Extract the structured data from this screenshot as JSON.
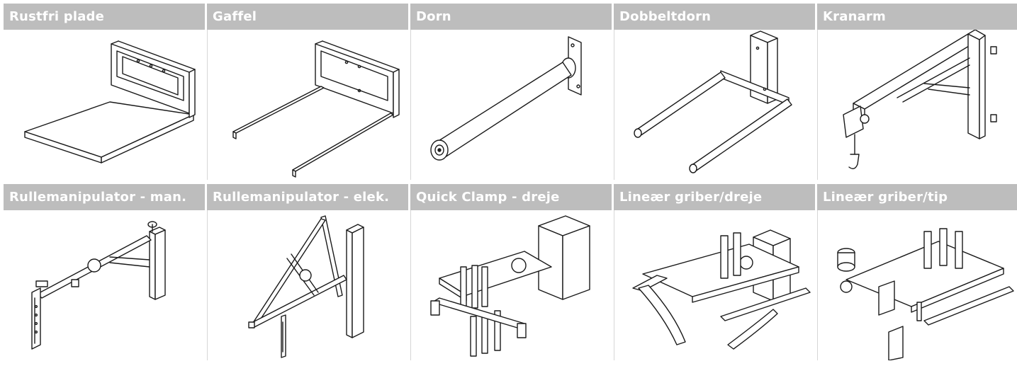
{
  "tiles": [
    {
      "label": "Rustfri plade",
      "icon": "stainless-plate-icon"
    },
    {
      "label": "Gaffel",
      "icon": "fork-icon"
    },
    {
      "label": "Dorn",
      "icon": "mandrel-icon"
    },
    {
      "label": "Dobbeltdorn",
      "icon": "double-mandrel-icon"
    },
    {
      "label": "Kranarm",
      "icon": "crane-arm-icon"
    },
    {
      "label": "Rullemanipulator - man.",
      "icon": "roll-manipulator-manual-icon"
    },
    {
      "label": "Rullemanipulator - elek.",
      "icon": "roll-manipulator-electric-icon"
    },
    {
      "label": "Quick Clamp - dreje",
      "icon": "quick-clamp-rotate-icon"
    },
    {
      "label": "Lineær griber/dreje",
      "icon": "linear-gripper-rotate-icon"
    },
    {
      "label": "Lineær griber/tip",
      "icon": "linear-gripper-tip-icon"
    }
  ],
  "colors": {
    "header_bg": "#bdbdbd",
    "header_text": "#ffffff",
    "line": "#1a1a1a"
  }
}
